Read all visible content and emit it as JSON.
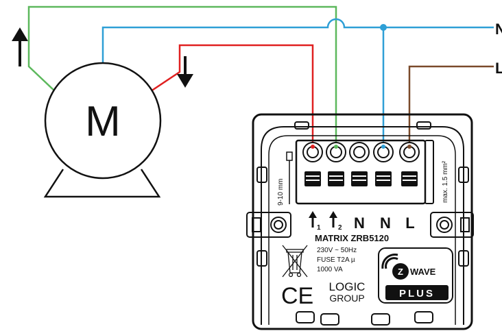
{
  "diagram": {
    "motor_label": "M",
    "line_labels": {
      "neutral": "N",
      "live": "L"
    },
    "device": {
      "model": "MATRIX ZRB5120",
      "voltage": "230V ~ 50Hz",
      "fuse": "FUSE T2A µ",
      "power": "1000 VA",
      "strip_length": "9-10 mm",
      "wire_size": "max. 1.5 mm²",
      "terminals": [
        "1",
        "2",
        "N",
        "N",
        "L"
      ],
      "ce_mark": "CE",
      "brand_line1": "LOGIC",
      "brand_line2": "GROUP",
      "badge_top": "WAVE",
      "badge_bottom": "PLUS"
    },
    "colors": {
      "green_wire": "#5cb85c",
      "blue_wire": "#2e9fd6",
      "red_wire": "#e02020",
      "brown_wire": "#7a4a2a",
      "outline": "#111111"
    }
  }
}
